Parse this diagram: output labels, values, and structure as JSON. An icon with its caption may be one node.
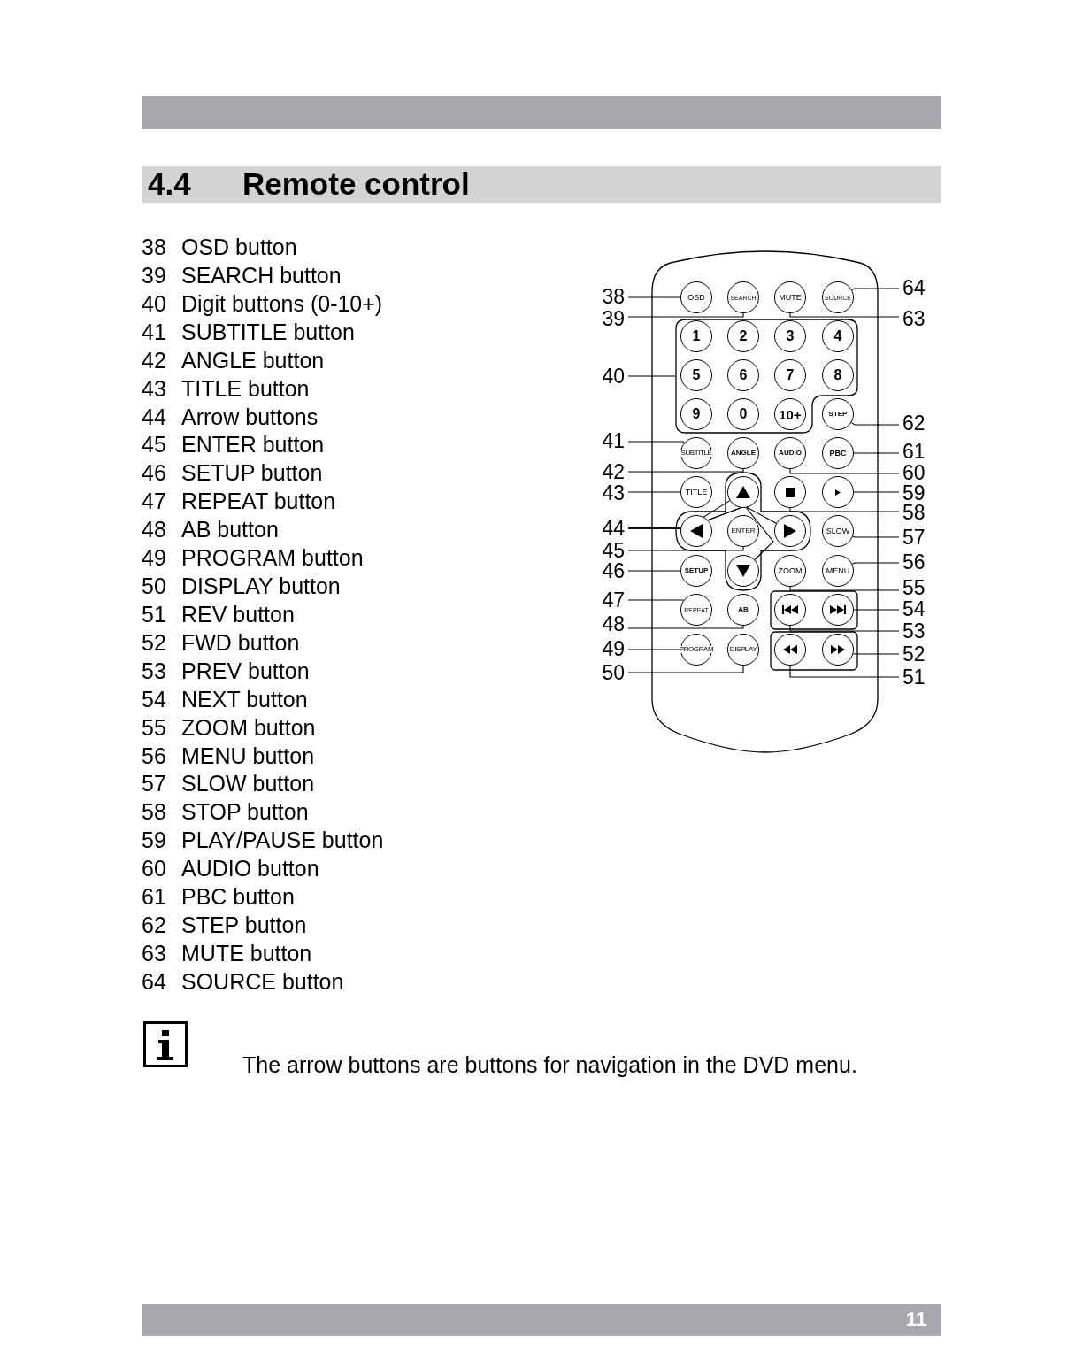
{
  "diagram": {
    "title": "Remote control",
    "nodes": [
      {
        "text": [
          "38"
        ]
      },
      {
        "text": [
          "39"
        ]
      },
      {
        "text": [
          "40"
        ]
      },
      {
        "text": [
          "41"
        ]
      },
      {
        "text": [
          "42"
        ]
      },
      {
        "text": [
          "43"
        ]
      },
      {
        "text": [
          "44"
        ]
      },
      {
        "text": [
          "45"
        ]
      },
      {
        "text": [
          "46"
        ]
      },
      {
        "text": [
          "47"
        ]
      },
      {
        "text": [
          "48"
        ]
      },
      {
        "text": [
          "49"
        ]
      },
      {
        "text": [
          "50"
        ]
      },
      {
        "text": [
          "51"
        ]
      },
      {
        "text": [
          "52"
        ]
      },
      {
        "text": [
          "53"
        ]
      },
      {
        "text": [
          "54"
        ]
      },
      {
        "text": [
          "55"
        ]
      },
      {
        "text": [
          "56"
        ]
      },
      {
        "text": [
          "57"
        ]
      },
      {
        "text": [
          "58"
        ]
      },
      {
        "text": [
          "59"
        ]
      },
      {
        "text": [
          "60"
        ]
      },
      {
        "text": [
          "61"
        ]
      },
      {
        "text": [
          "62"
        ]
      },
      {
        "text": [
          "63"
        ]
      },
      {
        "text": [
          "64"
        ]
      },
      {
        "text": [],
        "shape": "box"
      },
      {
        "text": [
          "OSD"
        ]
      },
      {
        "text": [
          "SEARCH"
        ]
      },
      {
        "text": [
          "MUTE"
        ]
      },
      {
        "text": [
          "SOURCE"
        ]
      },
      {
        "text": [
          "1"
        ],
        "in": 27
      },
      {
        "text": [
          "2"
        ],
        "in": 27
      },
      {
        "text": [
          "3"
        ],
        "in": 27
      },
      {
        "text": [
          "4"
        ],
        "in": 27
      },
      {
        "text": [
          "5"
        ],
        "in": 27
      },
      {
        "text": [
          "6"
        ],
        "in": 27
      },
      {
        "text": [
          "7"
        ],
        "in": 27
      },
      {
        "text": [
          "8"
        ],
        "in": 27
      },
      {
        "text": [
          "9"
        ],
        "in": 27
      },
      {
        "text": [
          "0"
        ],
        "in": 27
      },
      {
        "text": [
          "10+"
        ],
        "in": 27
      },
      {
        "text": [
          "STEP"
        ]
      },
      {
        "text": [
          "SUBTITLE"
        ]
      },
      {
        "text": [
          "ANGLE"
        ]
      },
      {
        "text": [
          "AUDIO"
        ]
      },
      {
        "text": [
          "PBC"
        ]
      },
      {
        "text": [
          "TITLE"
        ]
      },
      {
        "text": [],
        "shape": "circle"
      },
      {
        "text": [],
        "shape": "circle"
      },
      {
        "text": [],
        "shape": "circle"
      },
      {
        "text": [],
        "shape": "circle"
      },
      {
        "text": [
          "ENTER"
        ]
      },
      {
        "text": [],
        "shape": "circle"
      },
      {
        "text": [
          "SLOW"
        ]
      },
      {
        "text": [
          "SETUP"
        ]
      },
      {
        "text": [],
        "shape": "circle"
      },
      {
        "text": [
          "ZOOM"
        ]
      },
      {
        "text": [
          "MENU"
        ]
      },
      {
        "text": [
          "REPEAT"
        ]
      },
      {
        "text": [
          "AB"
        ]
      },
      {
        "text": [],
        "shape": "circle"
      },
      {
        "text": [],
        "shape": "circle"
      },
      {
        "text": [
          "PROGRAM"
        ]
      },
      {
        "text": [
          "DISPLAY"
        ]
      },
      {
        "text": [],
        "shape": "circle"
      },
      {
        "text": [],
        "shape": "circle"
      }
    ],
    "edges": [
      {
        "from": 0,
        "to": 28,
        "arrow": "none"
      },
      {
        "from": 1,
        "to": 29,
        "arrow": "none"
      },
      {
        "from": 2,
        "to": 27,
        "arrow": "none"
      },
      {
        "from": 3,
        "to": 44,
        "arrow": "none"
      },
      {
        "from": 4,
        "to": 45,
        "arrow": "none"
      },
      {
        "from": 5,
        "to": 48,
        "arrow": "none"
      },
      {
        "from": 6,
        "to": 52,
        "arrow": "none"
      },
      {
        "from": 6,
        "to": 49,
        "arrow": "none"
      },
      {
        "from": 6,
        "to": 54,
        "arrow": "none"
      },
      {
        "from": 6,
        "to": 57,
        "arrow": "none"
      },
      {
        "from": 7,
        "to": 53,
        "arrow": "none"
      },
      {
        "from": 8,
        "to": 56,
        "arrow": "none"
      },
      {
        "from": 9,
        "to": 60,
        "arrow": "none"
      },
      {
        "from": 10,
        "to": 61,
        "arrow": "none"
      },
      {
        "from": 11,
        "to": 64,
        "arrow": "none"
      },
      {
        "from": 12,
        "to": 65,
        "arrow": "none"
      },
      {
        "from": 13,
        "to": 66,
        "arrow": "none"
      },
      {
        "from": 14,
        "to": 67,
        "arrow": "none"
      },
      {
        "from": 15,
        "to": 62,
        "arrow": "none"
      },
      {
        "from": 16,
        "to": 63,
        "arrow": "none"
      },
      {
        "from": 17,
        "to": 58,
        "arrow": "none"
      },
      {
        "from": 18,
        "to": 59,
        "arrow": "none"
      },
      {
        "from": 19,
        "to": 55,
        "arrow": "none"
      },
      {
        "from": 20,
        "to": 50,
        "arrow": "none"
      },
      {
        "from": 21,
        "to": 51,
        "arrow": "none"
      },
      {
        "from": 22,
        "to": 46,
        "arrow": "none"
      },
      {
        "from": 23,
        "to": 47,
        "arrow": "none"
      },
      {
        "from": 24,
        "to": 43,
        "arrow": "none"
      },
      {
        "from": 25,
        "to": 30,
        "arrow": "none"
      },
      {
        "from": 26,
        "to": 31,
        "arrow": "none"
      }
    ],
    "labels": [
      "4.4",
      "38",
      "OSD button",
      "39",
      "SEARCH button",
      "40",
      "Digit buttons (0-10+)",
      "41",
      "SUBTITLE button",
      "42",
      "ANGLE button",
      "43",
      "TITLE button",
      "44",
      "Arrow buttons",
      "45",
      "ENTER button",
      "46",
      "SETUP button",
      "47",
      "REPEAT button",
      "48",
      "AB button",
      "49",
      "PROGRAM button",
      "50",
      "DISPLAY button",
      "51",
      "REV button",
      "52",
      "FWD button",
      "53",
      "PREV button",
      "54",
      "NEXT button",
      "55",
      "ZOOM button",
      "56",
      "MENU button",
      "57",
      "SLOW button",
      "58",
      "STOP button",
      "59",
      "PLAY/PAUSE button",
      "60",
      "AUDIO button",
      "61",
      "PBC button",
      "62",
      "STEP button",
      "63",
      "MUTE button",
      "64",
      "SOURCE button",
      "The arrow buttons are buttons for navigation in the DVD menu.",
      "11"
    ]
  }
}
